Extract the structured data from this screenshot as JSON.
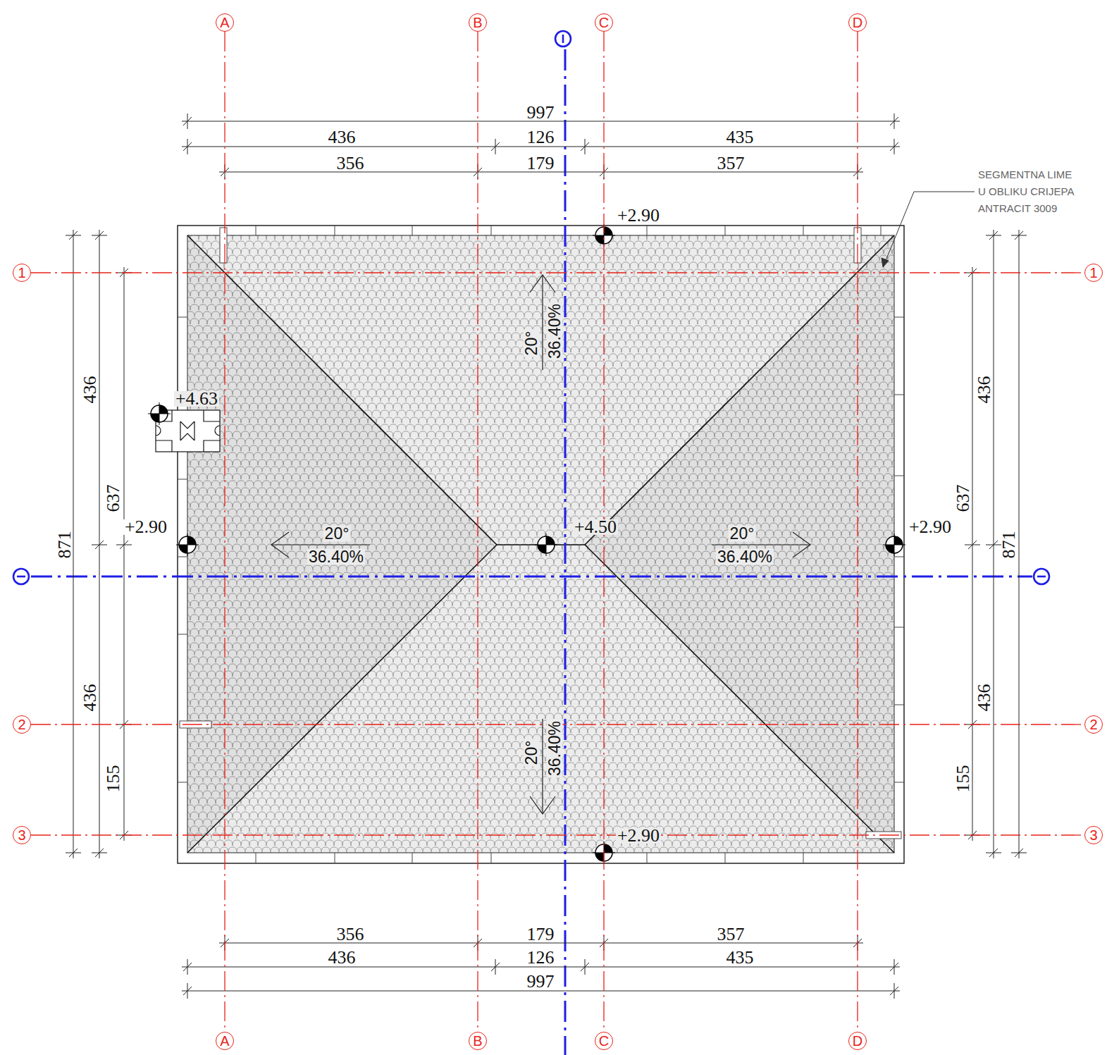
{
  "diagram": {
    "nodes": [
      {
        "text": [
          "A"
        ]
      },
      {
        "text": [
          "B"
        ]
      },
      {
        "text": [
          "C"
        ]
      },
      {
        "text": [
          "D"
        ]
      },
      {
        "text": [
          "1"
        ]
      },
      {
        "text": [
          "1"
        ]
      },
      {
        "text": [
          "2"
        ]
      },
      {
        "text": [
          "2"
        ]
      },
      {
        "text": [
          "3"
        ]
      },
      {
        "text": [
          "3"
        ]
      },
      {
        "text": [
          "A"
        ]
      },
      {
        "text": [
          "B"
        ]
      },
      {
        "text": [
          "C"
        ]
      },
      {
        "text": [
          "D"
        ]
      }
    ],
    "edges": [
      {
        "from": 0,
        "to": 10,
        "arrow": "none"
      },
      {
        "from": 1,
        "to": 11,
        "arrow": "none"
      },
      {
        "from": 2,
        "to": 12,
        "arrow": "none"
      },
      {
        "from": 3,
        "to": 13,
        "arrow": "none"
      },
      {
        "from": 4,
        "to": 5,
        "arrow": "none"
      },
      {
        "from": 6,
        "to": 7,
        "arrow": "none"
      },
      {
        "from": 8,
        "to": 9,
        "arrow": "none"
      }
    ],
    "labels": [
      "997",
      "436",
      "126",
      "435",
      "356",
      "179",
      "357",
      "SEGMENTNA LIME",
      "U OBLIKU CRIJEPA",
      "ANTRACIT 3009",
      "+2.90",
      "20°",
      "36.40%",
      "436",
      "436",
      "+4.63",
      "637",
      "637",
      "+2.90",
      "+4.50",
      "+2.90",
      "20°",
      "36.40%",
      "20°",
      "36.40%",
      "871",
      "871",
      "436",
      "436",
      "20°",
      "36.40%",
      "155",
      "155",
      "+2.90",
      "356",
      "179",
      "357",
      "436",
      "126",
      "435",
      "997"
    ]
  }
}
